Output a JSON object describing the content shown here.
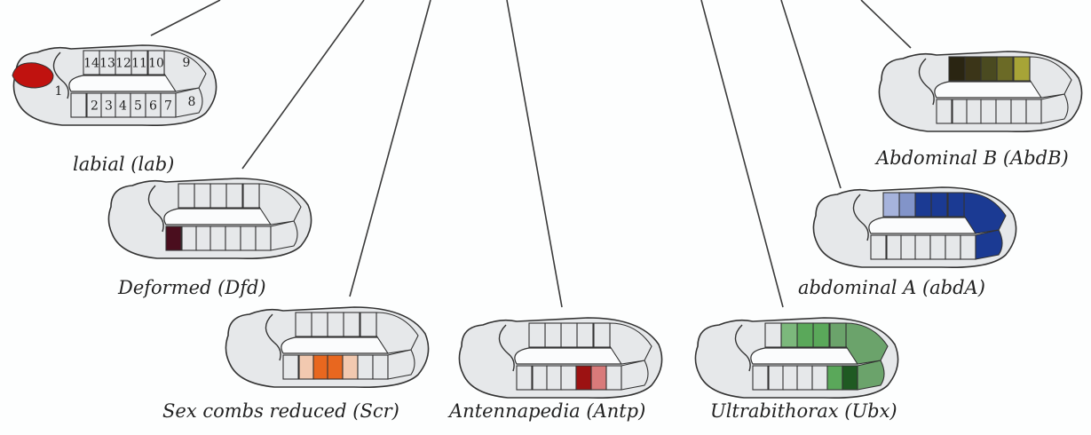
{
  "colors": {
    "embryo_fill": "#e6e8ea",
    "outline": "#333333"
  },
  "segment_numbers": [
    "1",
    "2",
    "3",
    "4",
    "5",
    "6",
    "7",
    "8",
    "9",
    "10",
    "11",
    "12",
    "13",
    "14"
  ],
  "embryos": [
    {
      "id": "lab",
      "label": "labial (lab)",
      "shows_numbers": true,
      "shading": [
        {
          "region": "head",
          "color": "#c0120f"
        }
      ]
    },
    {
      "id": "dfd",
      "label": "Deformed (Dfd)",
      "shows_numbers": false,
      "shading": [
        {
          "segment": 1,
          "color": "#4a0e1e"
        }
      ]
    },
    {
      "id": "scr",
      "label": "Sex combs reduced (Scr)",
      "shows_numbers": false,
      "shading": [
        {
          "segment": 2,
          "color": "#f2c9b0"
        },
        {
          "segment": 3,
          "color": "#e8671f"
        },
        {
          "segment": 4,
          "color": "#e8671f"
        },
        {
          "segment": 5,
          "color": "#f2c9b0"
        }
      ]
    },
    {
      "id": "antp",
      "label": "Antennapedia (Antp)",
      "shows_numbers": false,
      "shading": [
        {
          "segment": 5,
          "color": "#9c1212"
        },
        {
          "segment": 6,
          "color": "#d97a7a"
        }
      ]
    },
    {
      "id": "ubx",
      "label": "Ultrabithorax (Ubx)",
      "shows_numbers": false,
      "shading": [
        {
          "segment": 6,
          "color": "#5aa85a"
        },
        {
          "segment": 7,
          "color": "#1f5a22"
        },
        {
          "segment": 8,
          "color": "#6ba36b"
        },
        {
          "segment": 9,
          "color": "#6ba36b"
        },
        {
          "segment": 10,
          "color": "#6ba36b"
        },
        {
          "segment": 11,
          "color": "#5aa85a"
        },
        {
          "segment": 12,
          "color": "#5aa85a"
        },
        {
          "segment": 13,
          "color": "#7cb87c"
        }
      ]
    },
    {
      "id": "abda",
      "label": "abdominal A (abdA)",
      "shows_numbers": false,
      "shading": [
        {
          "segment": 8,
          "color": "#1b3a93"
        },
        {
          "segment": 9,
          "color": "#1b3a93"
        },
        {
          "segment": 10,
          "color": "#1b3a93"
        },
        {
          "segment": 11,
          "color": "#1b3a93"
        },
        {
          "segment": 12,
          "color": "#1b3a93"
        },
        {
          "segment": 13,
          "color": "#8294c9"
        },
        {
          "segment": 14,
          "color": "#a6b3dc"
        }
      ]
    },
    {
      "id": "abdb",
      "label": "Abdominal B (AbdB)",
      "shows_numbers": false,
      "shading": [
        {
          "segment": 10,
          "color": "#a7a437"
        },
        {
          "segment": 11,
          "color": "#6b6a26"
        },
        {
          "segment": 12,
          "color": "#4a4a20"
        },
        {
          "segment": 13,
          "color": "#3b3518"
        },
        {
          "segment": 14,
          "color": "#2a2512"
        }
      ]
    }
  ]
}
